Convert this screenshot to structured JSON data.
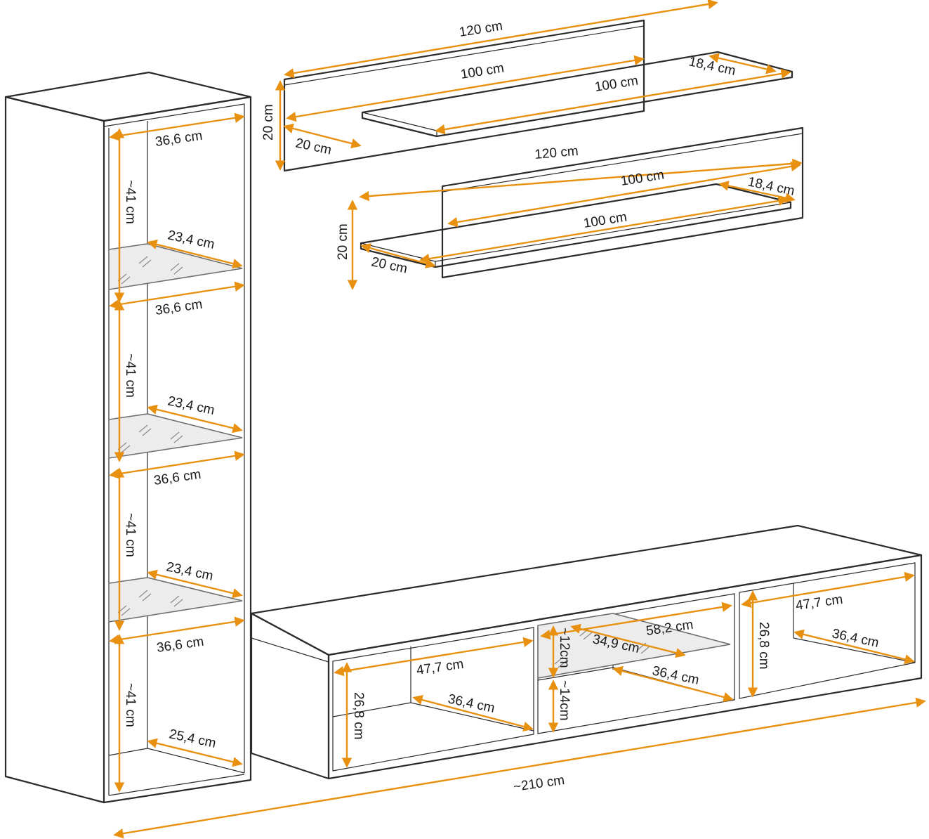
{
  "diagram": {
    "accent_color": "#e8900f",
    "line_color": "#2b2b2b",
    "labels": {
      "shelf_top_width": "120 cm",
      "shelf_top_inner": "100 cm",
      "shelf_top_board": "100 cm",
      "shelf_top_board_depth": "18,4 cm",
      "shelf_top_height": "20 cm",
      "shelf_top_depth": "20 cm",
      "shelf_bottom_width": "120 cm",
      "shelf_bottom_inner": "100 cm",
      "shelf_bottom_board": "100 cm",
      "shelf_bottom_board_depth": "18,4 cm",
      "shelf_bottom_height": "20 cm",
      "shelf_bottom_depth": "20 cm",
      "tower_width_1": "36,6 cm",
      "tower_height_1": "~41 cm",
      "tower_glass_1": "23,4 cm",
      "tower_width_2": "36,6 cm",
      "tower_height_2": "~41 cm",
      "tower_glass_2": "23,4 cm",
      "tower_width_3": "36,6 cm",
      "tower_height_3": "~41 cm",
      "tower_glass_3": "23,4 cm",
      "tower_width_4": "36,6 cm",
      "tower_height_4": "~41 cm",
      "tower_depth_bottom": "25,4 cm",
      "tv_left_width": "47,7 cm",
      "tv_left_height": "26,8 cm",
      "tv_left_depth": "36,4 cm",
      "tv_mid_width": "58,2 cm",
      "tv_mid_glass": "34,9 cm",
      "tv_mid_upper": "~12cm",
      "tv_mid_lower": "~14cm",
      "tv_mid_depth": "36,4 cm",
      "tv_right_width": "47,7 cm",
      "tv_right_height": "26,8 cm",
      "tv_right_depth": "36,4 cm",
      "total_width": "~210 cm"
    }
  }
}
